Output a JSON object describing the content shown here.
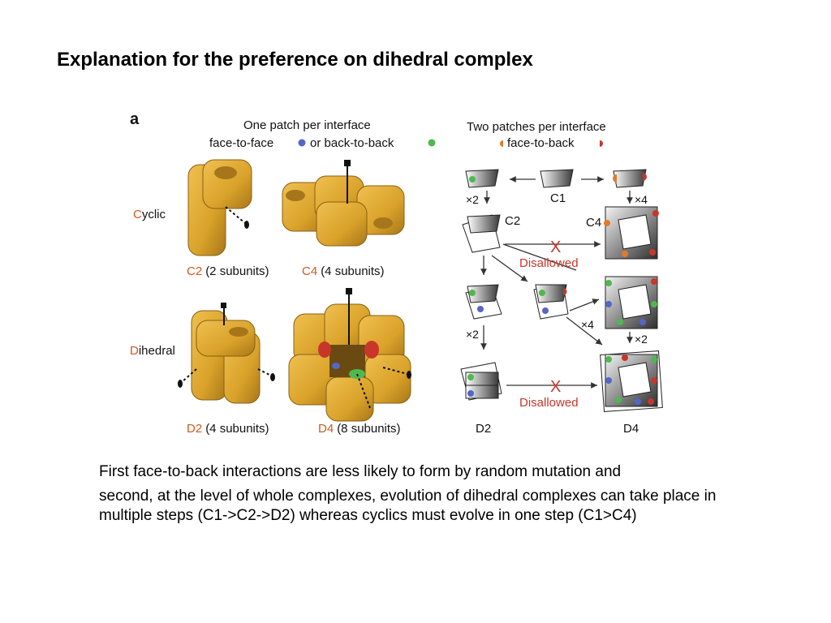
{
  "slide": {
    "title": "Explanation for the preference on dihedral complex"
  },
  "figure": {
    "panel_label": "a",
    "left_heading_line1": "One patch per interface",
    "left_heading_line2": "face-to-face",
    "left_heading_or": "or back-to-back",
    "right_heading_line1": "Two patches per interface",
    "right_heading_line2": "face-to-back",
    "row_cyclic_first": "C",
    "row_cyclic_rest": "yclic",
    "row_dihedral_first": "D",
    "row_dihedral_rest": "ihedral",
    "c2_name": "C2",
    "c2_count": "(2 subunits)",
    "c4_name": "C4",
    "c4_count": "(4 subunits)",
    "d2_name": "D2",
    "d2_count": "(4 subunits)",
    "d4_name": "D4",
    "d4_count": "(8 subunits)",
    "diagram": {
      "c1": "C1",
      "c2": "C2",
      "c4": "C4",
      "d2": "D2",
      "d4": "D4",
      "x2_a": "×2",
      "x4_a": "×4",
      "x2_b": "×2",
      "x4_b": "×4",
      "x2_c": "×2",
      "disallowed_1": "Disallowed",
      "disallowed_2": "Disallowed",
      "x_mark_1": "X",
      "x_mark_2": "X"
    },
    "colors": {
      "subunit": "#d9a22a",
      "subunit_dark": "#a8761a",
      "blue_patch": "#5566c8",
      "green_patch": "#4fb84f",
      "red_patch": "#c8362a",
      "orange_patch": "#e07b2a"
    }
  },
  "body": {
    "paragraph1": "First face-to-back  interactions are less likely to form by random mutation and",
    "paragraph2": "second, at the level of whole complexes, evolution of dihedral complexes can take place in multiple steps (C1->C2->D2) whereas cyclics must evolve in one step (C1>C4)"
  }
}
